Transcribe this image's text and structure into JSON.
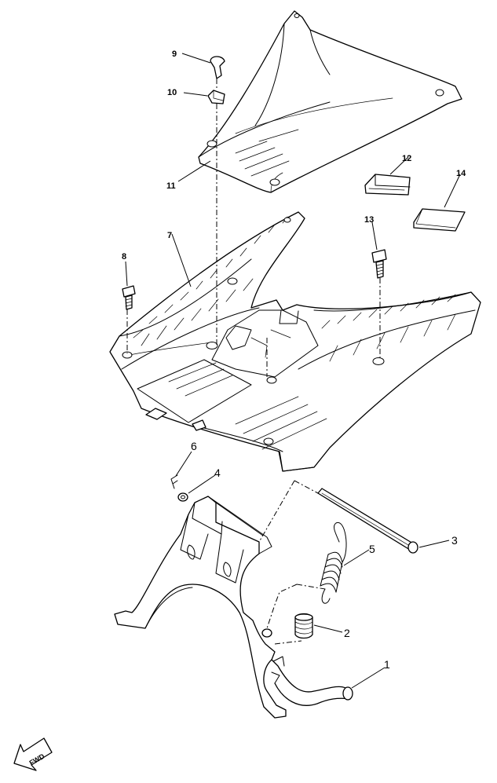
{
  "callouts": [
    {
      "id": "1",
      "part": "stand-bar"
    },
    {
      "id": "2",
      "part": "spring-small"
    },
    {
      "id": "3",
      "part": "shaft"
    },
    {
      "id": "4",
      "part": "washer"
    },
    {
      "id": "5",
      "part": "spring-long"
    },
    {
      "id": "6",
      "part": "clip"
    },
    {
      "id": "7",
      "part": "footrest-board"
    },
    {
      "id": "8",
      "part": "bolt-left"
    },
    {
      "id": "9",
      "part": "screw-top"
    },
    {
      "id": "10",
      "part": "nut-top"
    },
    {
      "id": "11",
      "part": "cover"
    },
    {
      "id": "12",
      "part": "damper"
    },
    {
      "id": "13",
      "part": "bolt-right"
    },
    {
      "id": "14",
      "part": "pad"
    }
  ],
  "fwd_label": "FWD"
}
